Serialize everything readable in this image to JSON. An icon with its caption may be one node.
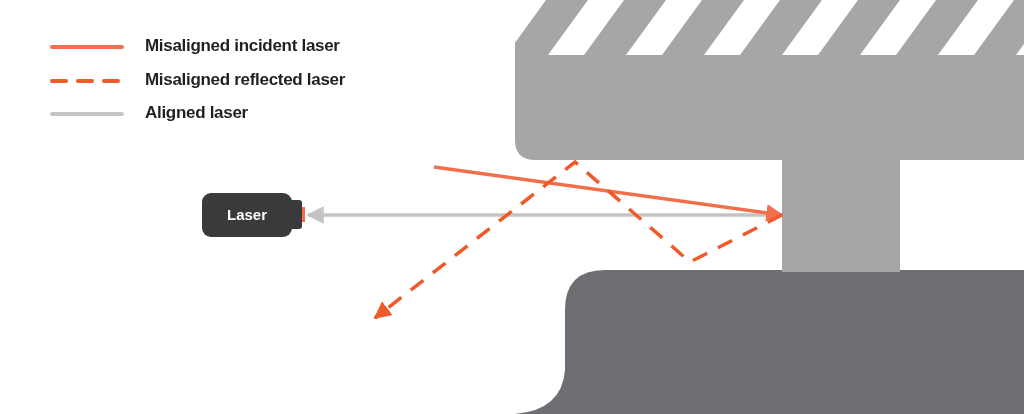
{
  "diagram": {
    "nodes": [
      {
        "text": [
          "Laser"
        ]
      },
      {
        "text": [],
        "shape": "box"
      }
    ],
    "edges": [
      {
        "from": 1,
        "to": 0,
        "arrow": "to",
        "color": "#c4c4c4"
      },
      {
        "from": null,
        "to": 1,
        "arrow": "to",
        "color": "#f26f4c"
      },
      {
        "from": 1,
        "to": null,
        "arrow": "to",
        "style": "dashed",
        "color": "#f05a28"
      }
    ],
    "legend": [
      {
        "text": "Misaligned incident laser"
      },
      {
        "text": "Misaligned reflected laser"
      },
      {
        "text": "Aligned laser"
      }
    ]
  }
}
